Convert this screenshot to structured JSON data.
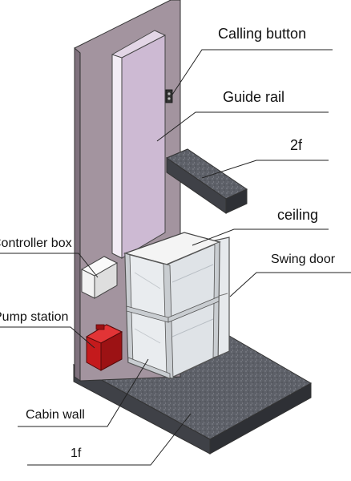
{
  "labels": {
    "calling_button": "Calling button",
    "guide_rail": "Guide rail",
    "floor_2f": "2f",
    "ceiling": "ceiling",
    "controller_box": "Controller box",
    "swing_door": "Swing door",
    "pump_station": "Pump station",
    "cabin_wall": "Cabin wall",
    "floor_1f": "1f"
  },
  "colors": {
    "wall": "#a89aa8",
    "wall_dark": "#8f808f",
    "rail": "#d8c8dc",
    "granite": "#5a5c64",
    "glass": "#e9ecef",
    "pump": "#c8191b",
    "outline": "#3a3a3a"
  }
}
